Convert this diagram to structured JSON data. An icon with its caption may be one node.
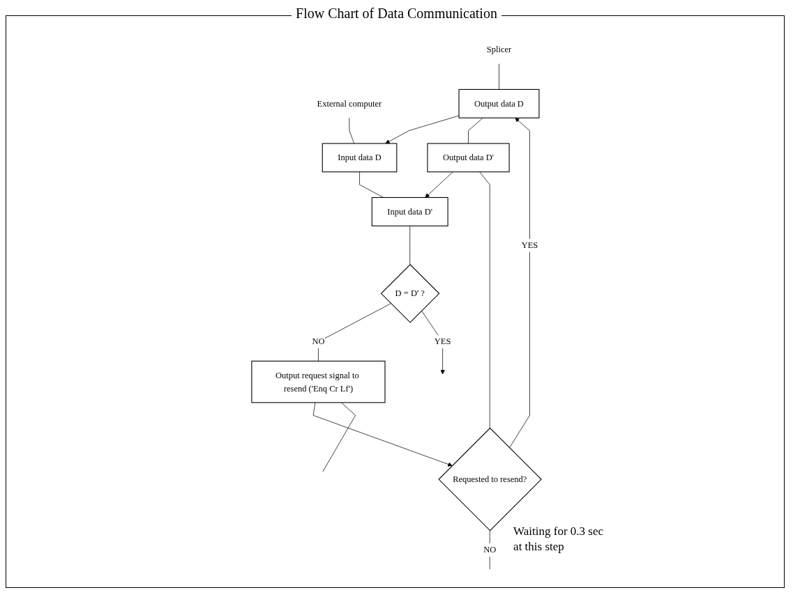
{
  "diagram": {
    "title": "Flow Chart of Data Communication",
    "nodes": [
      {
        "text": [
          "Splicer"
        ]
      },
      {
        "text": [
          "External computer"
        ]
      },
      {
        "text": [
          "Output data D"
        ]
      },
      {
        "text": [
          "Input data D"
        ]
      },
      {
        "text": [
          "Output data D'"
        ]
      },
      {
        "text": [
          "Input data D'"
        ]
      },
      {
        "text": [
          "Requested to resend?"
        ],
        "beside": [
          "Waiting for 0.3 sec at this step"
        ]
      },
      {
        "text": [
          "D = D' ?"
        ]
      },
      {
        "text": [
          "Output request signal to resend ('Enq Cr Lf')"
        ]
      }
    ],
    "edges": [
      {
        "from": 0,
        "to": 2,
        "arrow": "none"
      },
      {
        "from": 1,
        "to": 3,
        "arrow": "none"
      },
      {
        "from": 2,
        "to": 3,
        "arrow": "to"
      },
      {
        "from": 2,
        "to": 4,
        "arrow": "none"
      },
      {
        "from": 3,
        "to": 5,
        "arrow": "none"
      },
      {
        "from": 4,
        "to": 5,
        "arrow": "to"
      },
      {
        "from": 4,
        "to": 6,
        "arrow": "none"
      },
      {
        "from": 5,
        "to": 7,
        "arrow": "none"
      },
      {
        "from": 6,
        "to": 2,
        "arrow": "to",
        "label": "YES"
      },
      {
        "from": 6,
        "to": null,
        "arrow": "none",
        "label": "NO"
      },
      {
        "from": 7,
        "to": 8,
        "arrow": "none",
        "label": "NO"
      },
      {
        "from": 7,
        "to": null,
        "arrow": "to",
        "label": "YES"
      },
      {
        "from": 8,
        "to": 6,
        "arrow": "to"
      },
      {
        "from": 8,
        "to": null,
        "arrow": "none"
      }
    ]
  }
}
